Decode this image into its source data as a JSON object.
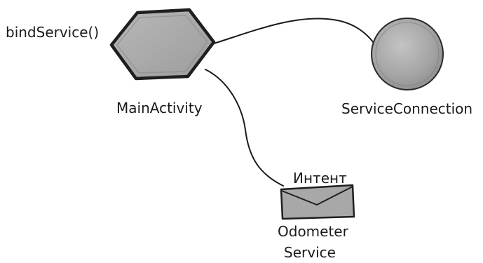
{
  "diagram": {
    "method_label": "bindService()",
    "activity_label": "MainActivity",
    "connection_label": "ServiceConnection",
    "intent_label": "Интент",
    "service_label_line1": "Odometer",
    "service_label_line2": "Service"
  },
  "colors": {
    "shape_fill": "#a6a6a6",
    "shape_fill_light": "#c9c9c9",
    "outline": "#1f1f1f",
    "connector": "#1a1a1a"
  },
  "icons": {
    "activity": "hexagon-icon",
    "connection": "sphere-icon",
    "intent": "envelope-icon"
  }
}
